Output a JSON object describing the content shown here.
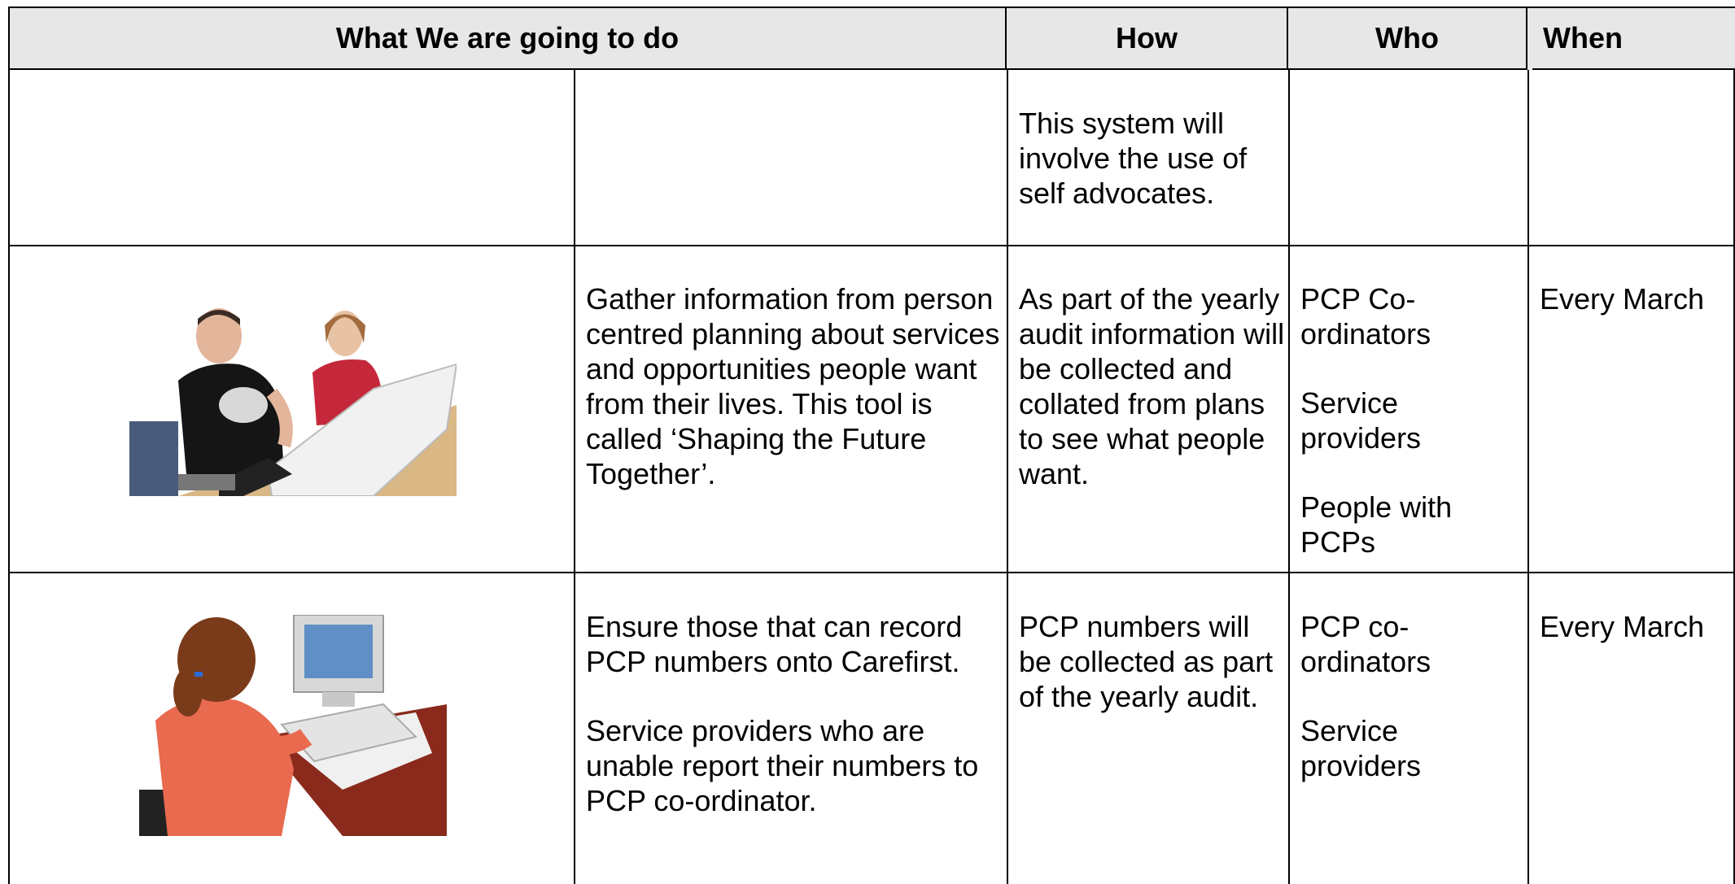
{
  "header": {
    "what": "What We are going to do",
    "how": "How",
    "who": "Who",
    "when": "When"
  },
  "rows": [
    {
      "what": [],
      "how": [
        "This system will involve the use of self advocates."
      ],
      "who": [],
      "when": ""
    },
    {
      "image": "two people at computer screen",
      "what": [
        "Gather information from person centred planning about services and opportunities people want from their lives. This tool is called ‘Shaping the Future Together’."
      ],
      "how": [
        "As part of the yearly audit information will be collected and collated from plans to see what people want."
      ],
      "who": [
        "PCP Co-ordinators",
        "Service providers",
        "People with PCPs"
      ],
      "when": "Every March"
    },
    {
      "image": "woman typing at computer",
      "what": [
        "Ensure those that can record PCP numbers onto Carefirst.",
        "Service providers who are unable report their numbers to PCP co-ordinator."
      ],
      "how": [
        "PCP numbers will be collected as part of the yearly audit."
      ],
      "who": [
        "PCP co-ordinators",
        "Service providers"
      ],
      "when": "Every March"
    }
  ]
}
